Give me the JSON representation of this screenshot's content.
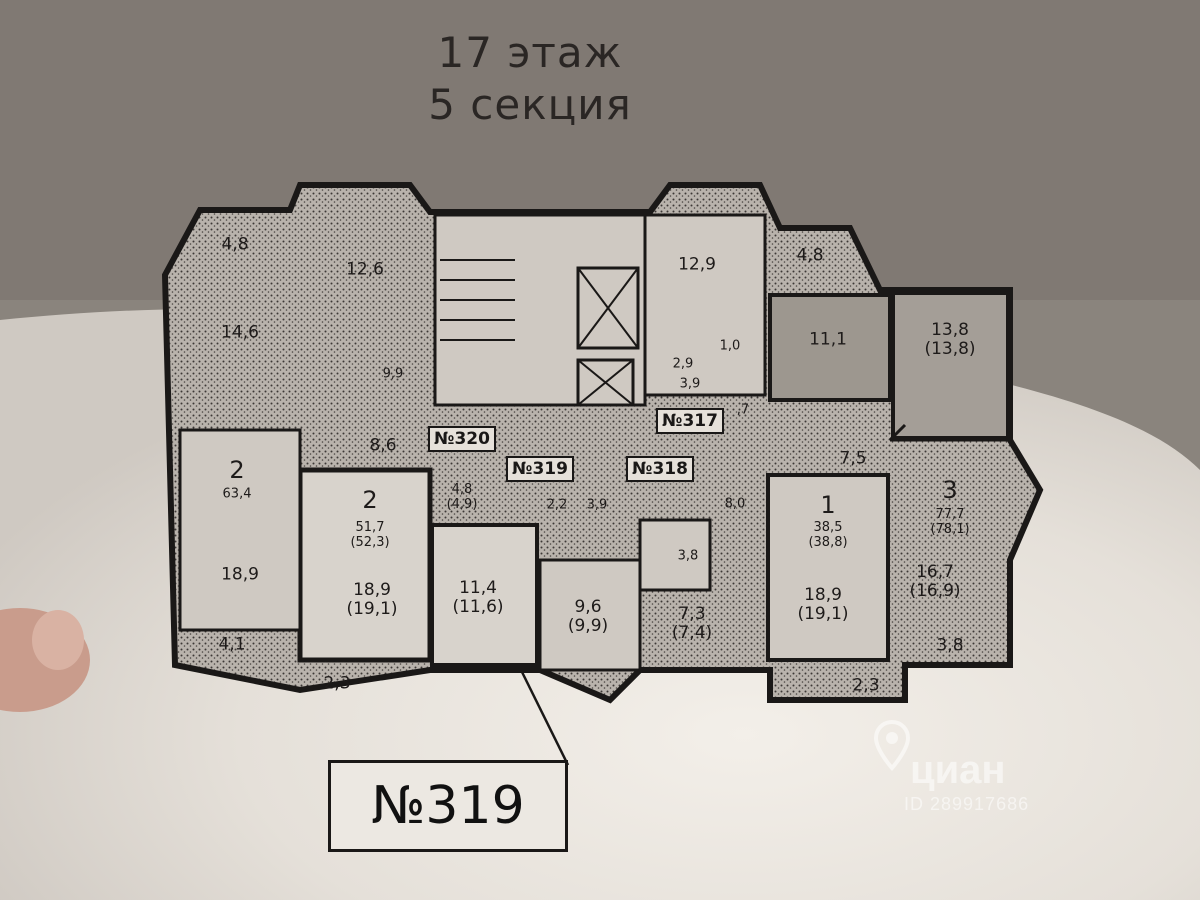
{
  "photo": {
    "title_floor": "17 этаж",
    "title_section": "5 секция",
    "apartment_tags": [
      "№320",
      "№319",
      "№318",
      "№317"
    ],
    "main_apartment_number": "№319",
    "room_labels": {
      "r_4_8_tl": "4,8",
      "r_12_6": "12,6",
      "r_14_6": "14,6",
      "r_9_9": "9,9",
      "r_8_6": "8,6",
      "r_12_9": "12,9",
      "r_4_8_tr": "4,8",
      "r_11_1": "11,1",
      "r_13_8": "13,8\n(13,8)",
      "r_7_5": "7,5",
      "r_1_0": "1,0",
      "r_3_9_top": "3,9",
      "r_2_9": "2,9",
      "r_0_7": ",7",
      "apt2_left_rooms": "2",
      "apt2_left_area": "63,4",
      "r_18_9": "18,9",
      "r_4_1": "4,1",
      "apt2_mid_rooms": "2",
      "apt2_mid_area": "51,7\n(52,3)",
      "r_18_9_19_1": "18,9\n(19,1)",
      "r_4_8_4_9": "4,8\n(4,9)",
      "r_11_4": "11,4\n(11,6)",
      "r_2_2": "2,2",
      "r_3_9_mid": "3,9",
      "r_9_6": "9,6\n(9,9)",
      "r_8_0": "8,0",
      "r_3_8": "3,8",
      "r_7_3": "7,3\n(7,4)",
      "apt1_rooms": "1",
      "apt1_area": "38,5\n(38,8)",
      "r_18_9_right": "18,9\n(19,1)",
      "apt3_rooms": "3",
      "apt3_area": "77,7\n(78,1)",
      "r_16_7": "16,7\n(16,9)",
      "r_3_8_right": "3,8",
      "r_2_3_left": "2,3",
      "r_2_3_right": "2,3"
    },
    "watermark": {
      "brand": "циан",
      "id": "ID 289917686"
    },
    "colors": {
      "paper": "#e9e4dd",
      "ink": "#1a1817",
      "shadow": "#6f6861"
    }
  }
}
